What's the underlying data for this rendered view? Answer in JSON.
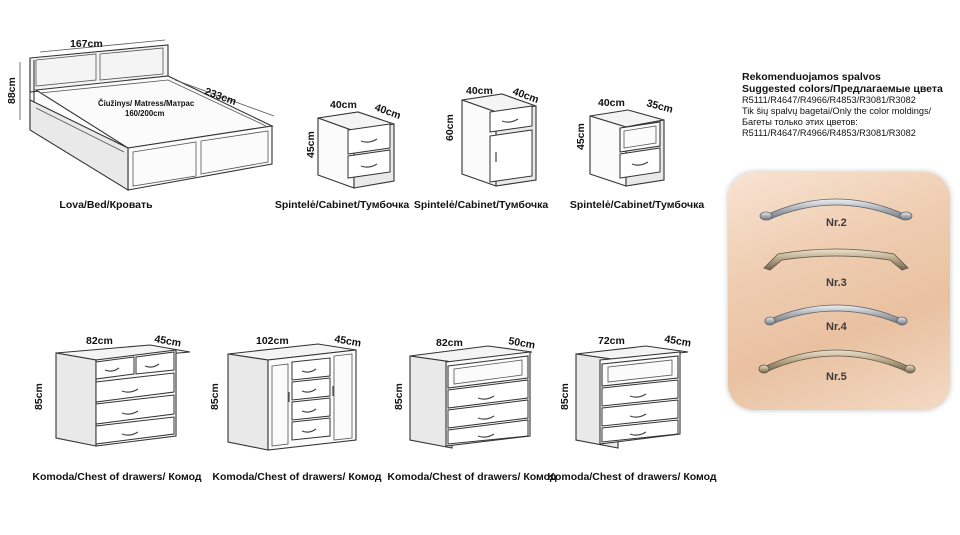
{
  "bed": {
    "w": "167cm",
    "l": "233cm",
    "h": "88cm",
    "mattress": "Čiužinys/ Matress/Матрас",
    "mattress_size": "160/200cm",
    "caption": "Lova/Bed/Кровать"
  },
  "cabinet1": {
    "w": "40cm",
    "d": "40cm",
    "h": "45cm",
    "caption": "Spintelė/Cabinet/Тумбочка"
  },
  "cabinet2": {
    "w": "40cm",
    "d": "40cm",
    "h": "60cm",
    "caption": "Spintelė/Cabinet/Тумбочка"
  },
  "cabinet3": {
    "w": "40cm",
    "d": "35cm",
    "h": "45cm",
    "caption": "Spintelė/Cabinet/Тумбочка"
  },
  "chest1": {
    "w": "82cm",
    "d": "45cm",
    "h": "85cm",
    "caption": "Komoda/Chest of drawers/ Комод"
  },
  "chest2": {
    "w": "102cm",
    "d": "45cm",
    "h": "85cm",
    "caption": "Komoda/Chest of drawers/ Комод"
  },
  "chest3": {
    "w": "82cm",
    "d": "50cm",
    "h": "85cm",
    "caption": "Komoda/Chest of drawers/ Комод"
  },
  "chest4": {
    "w": "72cm",
    "d": "45cm",
    "h": "85cm",
    "caption": "Komoda/Chest of drawers/ Комод"
  },
  "colors": {
    "title1": "Rekomenduojamos spalvos",
    "title2": "Suggested colors/Предлагаемые цвета",
    "codes1": "R5111/R4647/R4966/R4853/R3081/R3082",
    "note1": "Tik šių spalvų bagetai/Only the color moldings/",
    "note2": "Багеты только этих цветов:",
    "codes2": "R5111/R4647/R4966/R4853/R3081/R3082"
  },
  "handles": [
    {
      "label": "Nr.2",
      "color": "#b8bcc2"
    },
    {
      "label": "Nr.3",
      "color": "#b9a98a"
    },
    {
      "label": "Nr.4",
      "color": "#aeb2b8"
    },
    {
      "label": "Nr.5",
      "color": "#c2b39a"
    }
  ],
  "panel_colors": {
    "wood_light": "#f7e4d2",
    "wood_dark": "#e9c1a1"
  }
}
